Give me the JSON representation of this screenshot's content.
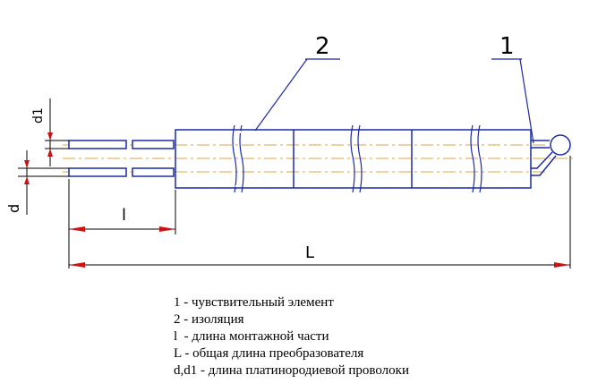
{
  "callouts": {
    "sensor": "1",
    "insulation": "2"
  },
  "dimensions": {
    "d": "d",
    "d1": "d1",
    "l": "l",
    "L": "L"
  },
  "legend": [
    "1 - чувствительный элемент",
    "2 - изоляция",
    "l  - длина монтажной части",
    "L - общая длина преобразователя",
    "d,d1 - длина платинородиевой проволоки"
  ],
  "colors": {
    "outline": "#1a2aa8",
    "axis": "#d9a441",
    "dimension": "#000000",
    "arrow": "#cc1111"
  }
}
